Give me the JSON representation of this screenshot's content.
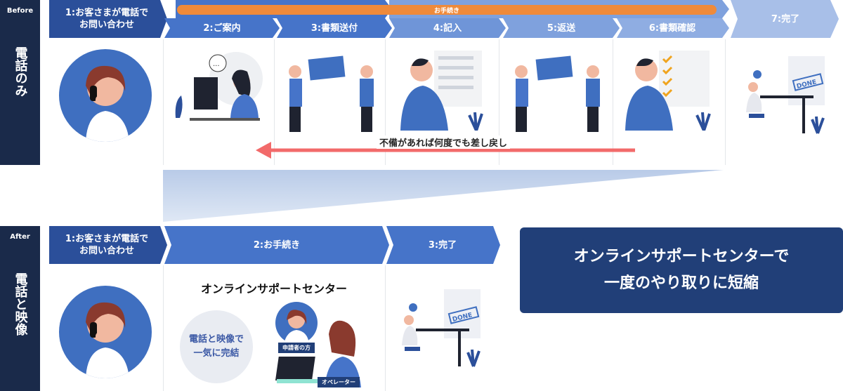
{
  "before": {
    "tag": "Before",
    "method": "電話のみ",
    "process_pill": "お手続き",
    "steps": [
      "1:お客さまが電話で\nお問い合わせ",
      "2:ご案内",
      "3:書類送付",
      "4:記入",
      "5:返送",
      "6:書類確認",
      "7:完了"
    ],
    "return_note": "不備があれば何度でも差し戻し"
  },
  "after": {
    "tag": "After",
    "method": "電話と映像",
    "steps": [
      "1:お客さまが電話で\nお問い合わせ",
      "2:お手続き",
      "3:完了"
    ],
    "center_title": "オンラインサポートセンター",
    "bubble_line1": "電話と映像で",
    "bubble_line2": "一気に完結",
    "label_applicant": "申請者の方",
    "label_operator": "オペレーター",
    "done_stamp": "DONE"
  },
  "summary": {
    "line1": "オンラインサポートセンターで",
    "line2": "一度のやり取りに短縮"
  },
  "colors": {
    "navy": "#1a2a4a",
    "step_dark": "#2b4f9a",
    "step_mid": "#4674c9",
    "step_light": "#6f95d8",
    "step_pale": "#9bb4e3",
    "accent_orange": "#ef8a3a",
    "arrow_red": "#f26a6a"
  }
}
